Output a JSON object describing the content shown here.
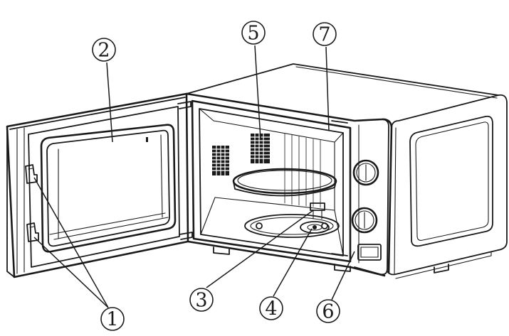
{
  "diagram": {
    "subject": "microwave-oven-with-open-door",
    "callouts": [
      {
        "id": "c1",
        "label": "1"
      },
      {
        "id": "c2",
        "label": "2"
      },
      {
        "id": "c3",
        "label": "3"
      },
      {
        "id": "c4",
        "label": "4"
      },
      {
        "id": "c5",
        "label": "5"
      },
      {
        "id": "c6",
        "label": "6"
      },
      {
        "id": "c7",
        "label": "7"
      }
    ]
  }
}
